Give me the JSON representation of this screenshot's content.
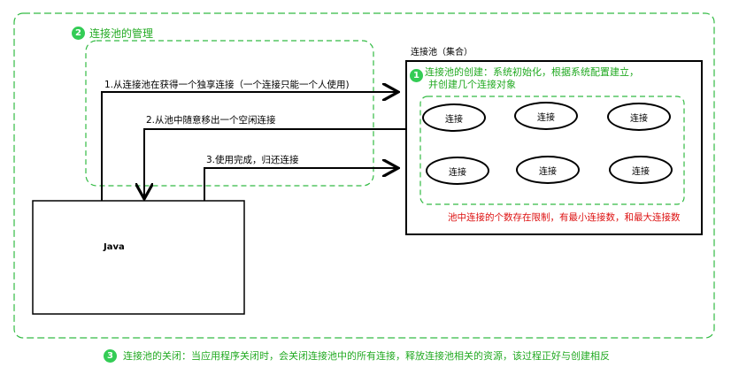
{
  "management": {
    "badge": "2",
    "title": "连接池的管理"
  },
  "pool": {
    "label": "连接池（集合）",
    "badge": "1",
    "create_line1": "连接池的创建：系统初始化，根据系统配置建立，",
    "create_line2": "并创建几个连接对象",
    "connections": [
      "连接",
      "连接",
      "连接",
      "连接",
      "连接",
      "连接"
    ],
    "limit_note": "池中连接的个数存在限制，有最小连接数，和最大连接数"
  },
  "steps": {
    "step1": "1.从连接池在获得一个独享连接（一个连接只能一个人使用)",
    "step2": "2.从池中随意移出一个空闲连接",
    "step3": "3.使用完成，归还连接"
  },
  "java": {
    "label": "Java"
  },
  "close": {
    "badge": "3",
    "text": "连接池的关闭：当应用程序关闭时，会关闭连接池中的所有连接，释放连接池相关的资源，该过程正好与创建相反"
  },
  "colors": {
    "green": "#22aa22",
    "red": "#dd1111",
    "badge": "#33cc55"
  }
}
